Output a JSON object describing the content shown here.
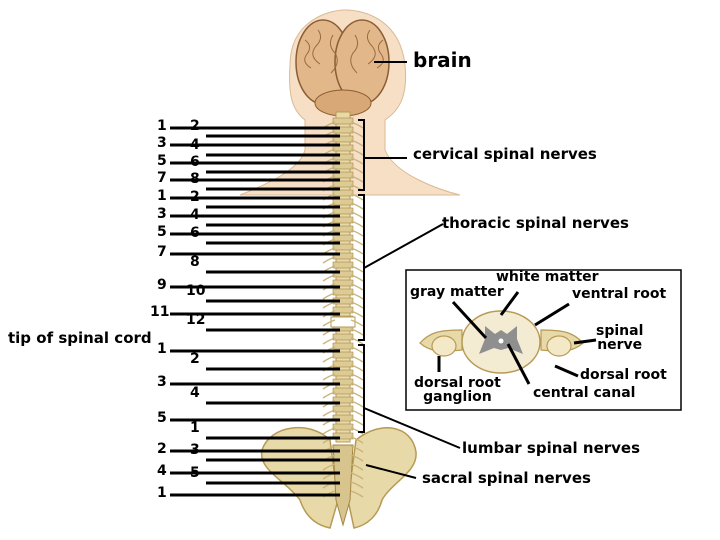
{
  "labels": {
    "brain": "brain",
    "cervical": "cervical spinal nerves",
    "thoracic": "thoracic spinal nerves",
    "lumbar": "lumbar spinal nerves",
    "sacral": "sacral spinal nerves",
    "tip": "tip of spinal cord"
  },
  "inset": {
    "white_matter": "white matter",
    "gray_matter": "gray matter",
    "ventral_root": "ventral root",
    "spinal_nerve": "spinal\nnerve",
    "dorsal_root_ganglion": "dorsal root\nganglion",
    "dorsal_root": "dorsal root",
    "central_canal": "central canal"
  },
  "left_numbers": [
    "1",
    "3",
    "5",
    "7",
    "1",
    "3",
    "5",
    "7",
    "9",
    "11",
    "1",
    "3",
    "5",
    "2",
    "4",
    "1"
  ],
  "right_numbers": [
    "2",
    "4",
    "6",
    "8",
    "2",
    "4",
    "6",
    "8",
    "10",
    "12",
    "2",
    "4",
    "1",
    "3",
    "5"
  ],
  "colors": {
    "bone": "#e8d9a8",
    "bone_dark": "#b79a55",
    "brain": "#e2b78a",
    "skin": "#f6dfc4",
    "matter_gray": "#8f8f8f",
    "nerve": "#c9b37a"
  }
}
